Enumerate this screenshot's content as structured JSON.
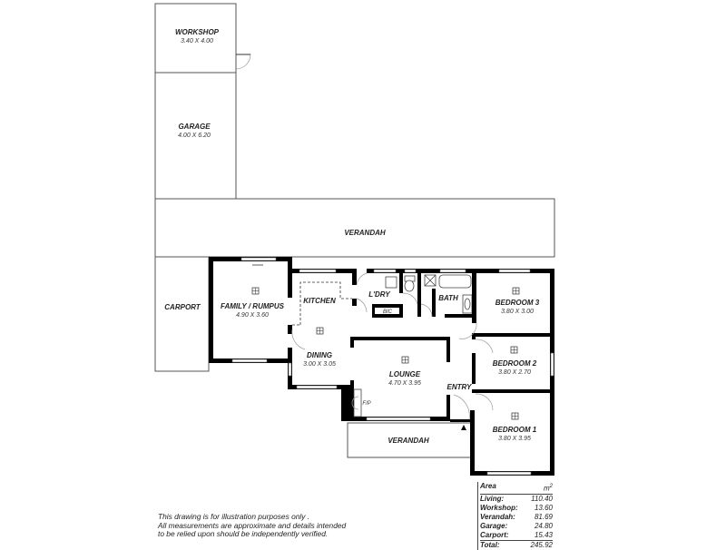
{
  "rooms": {
    "workshop": {
      "name": "WORKSHOP",
      "dim": "3.40 X 4.00"
    },
    "garage": {
      "name": "GARAGE",
      "dim": "4.00 X 6.20"
    },
    "verandah_rear": {
      "name": "VERANDAH"
    },
    "carport": {
      "name": "CARPORT"
    },
    "family": {
      "name": "FAMILY / RUMPUS",
      "dim": "4.90 X 3.60"
    },
    "kitchen": {
      "name": "KITCHEN"
    },
    "laundry": {
      "name": "L'DRY"
    },
    "bic": {
      "name": "BIC"
    },
    "bath": {
      "name": "BATH"
    },
    "bedroom3": {
      "name": "BEDROOM 3",
      "dim": "3.80 X 3.00"
    },
    "dining": {
      "name": "DINING",
      "dim": "3.00 X 3.05"
    },
    "lounge": {
      "name": "LOUNGE",
      "dim": "4.70 X 3.95"
    },
    "fireplace": {
      "name": "F/P"
    },
    "entry": {
      "name": "ENTRY"
    },
    "bedroom2": {
      "name": "BEDROOM 2",
      "dim": "3.80 X 2.70"
    },
    "bedroom1": {
      "name": "BEDROOM 1",
      "dim": "3.80 X 3.95"
    },
    "verandah_front": {
      "name": "VERANDAH"
    }
  },
  "area_table": {
    "header": {
      "label": "Area",
      "unit": "m",
      "unit_sup": "2"
    },
    "rows": [
      {
        "label": "Living:",
        "value": "110.40"
      },
      {
        "label": "Workshop:",
        "value": "13.60"
      },
      {
        "label": "Verandah:",
        "value": "81.69"
      },
      {
        "label": "Garage:",
        "value": "24.80"
      },
      {
        "label": "Carport:",
        "value": "15.43"
      }
    ],
    "total": {
      "label": "Total:",
      "value": "245.92"
    }
  },
  "disclaimer": {
    "line1": "This drawing is for illustration purposes only .",
    "line2": "All measurements are approximate and details intended",
    "line3": "to be relied upon should be independently verified."
  }
}
